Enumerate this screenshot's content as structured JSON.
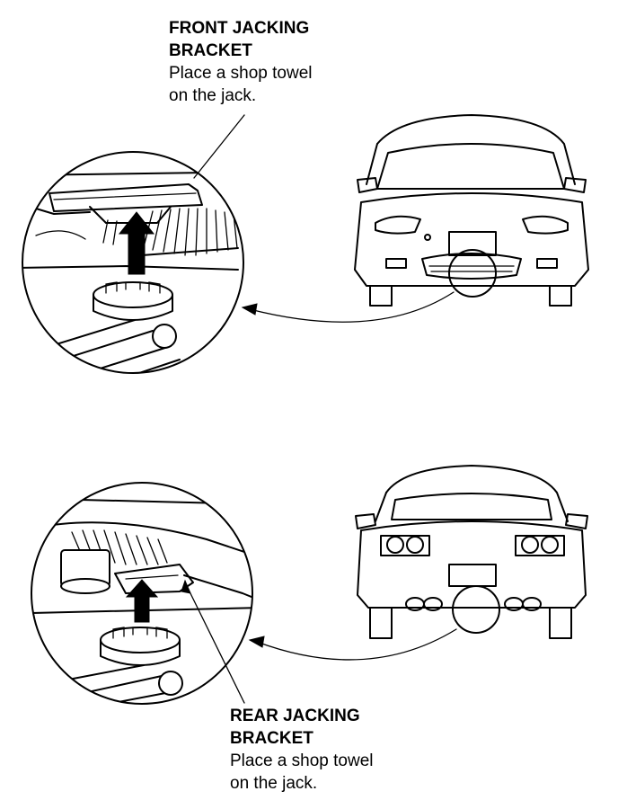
{
  "front_callout": {
    "heading_line1": "FRONT JACKING",
    "heading_line2": "BRACKET",
    "note_line1": "Place a shop towel",
    "note_line2": "on the jack."
  },
  "rear_callout": {
    "heading_line1": "REAR JACKING",
    "heading_line2": "BRACKET",
    "note_line1": "Place a shop towel",
    "note_line2": "on the jack."
  },
  "colors": {
    "ink": "#000000",
    "paper": "#ffffff"
  },
  "icons": [
    "front-car-view-icon",
    "rear-car-view-icon",
    "jack-lift-arrow-icon",
    "jack-saddle-icon"
  ]
}
